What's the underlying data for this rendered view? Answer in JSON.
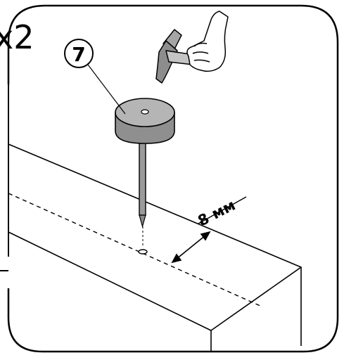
{
  "quantity": "x2",
  "step_number": "7",
  "dimension": "8 мм"
}
